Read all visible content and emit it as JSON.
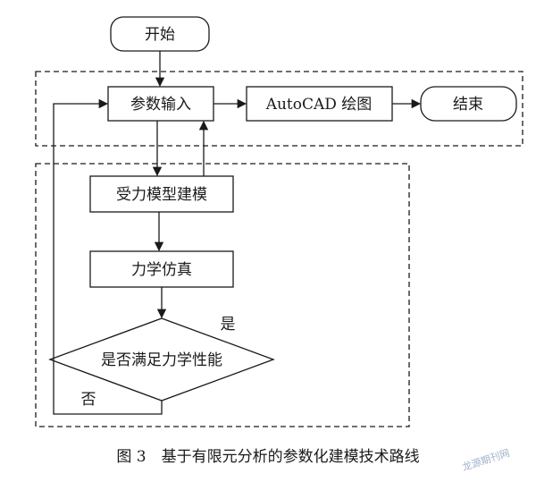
{
  "nodes": {
    "start": "开始",
    "param_input": "参数输入",
    "autocad": "AutoCAD 绘图",
    "end": "结束",
    "force_model": "受力模型建模",
    "mech_sim": "力学仿真",
    "decision": "是否满足力学性能"
  },
  "edge_labels": {
    "yes": "是",
    "no": "否"
  },
  "caption": "图 3　基于有限元分析的参数化建模技术路线",
  "watermark": "龙源期刊网"
}
